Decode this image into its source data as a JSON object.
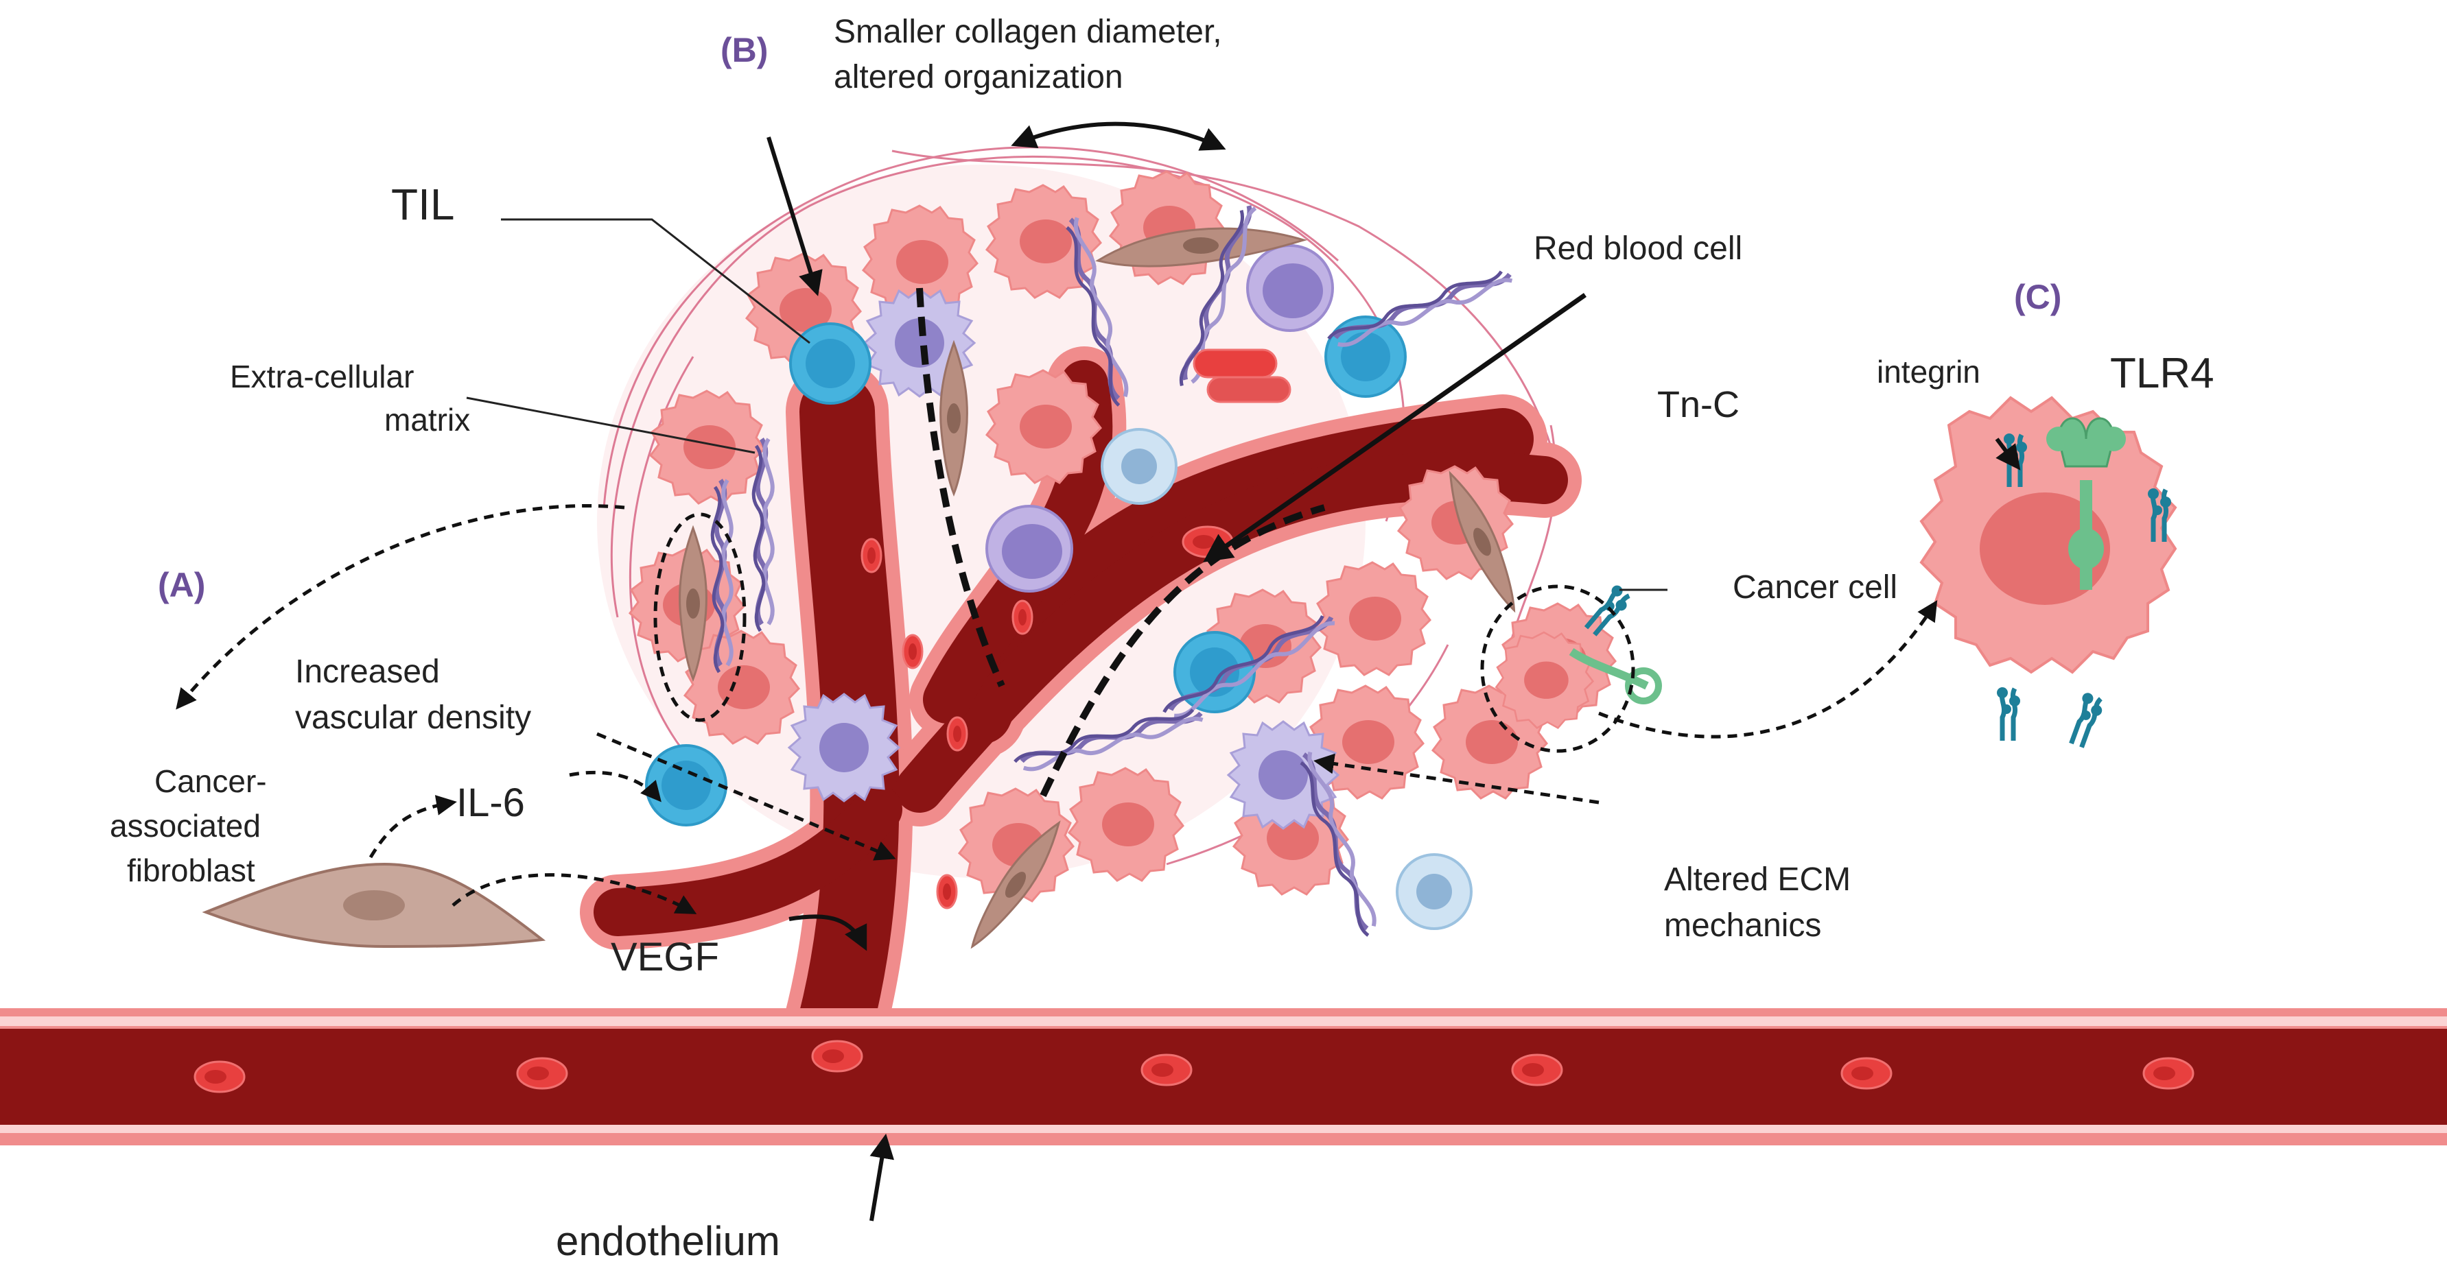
{
  "panels": {
    "a": "(A)",
    "b": "(B)",
    "c": "(C)"
  },
  "labels": {
    "collagen_line1": "Smaller collagen diameter,",
    "collagen_line2": "altered organization",
    "til": "TIL",
    "ecm_line1": "Extra-cellular",
    "ecm_line2": "matrix",
    "red_blood_cell": "Red blood cell",
    "tnc": "Tn-C",
    "integrin": "integrin",
    "tlr4": "TLR4",
    "cancer_cell": "Cancer cell",
    "vascular_line1": "Increased",
    "vascular_line2": "vascular density",
    "caf_line1": "Cancer-",
    "caf_line2": "associated",
    "caf_line3": "fibroblast",
    "il6": "IL-6",
    "vegf": "VEGF",
    "ecm_mech_line1": "Altered ECM",
    "ecm_mech_line2": "mechanics",
    "endothelium": "endothelium"
  },
  "colors": {
    "vessel": "#8b1414",
    "vessel_wall": "#f08c8c",
    "rbc": "#e8403f",
    "cancer_cell": "#f4a0a0",
    "cancer_nucleus": "#e06868",
    "til": "#4fb8e0",
    "immune": "#b9b2e0",
    "fibroblast": "#b88e80",
    "collagen": "#7b6bb0",
    "integrin": "#1e7f99",
    "tlr4": "#6cc08c",
    "panel_label": "#6b4f99"
  }
}
